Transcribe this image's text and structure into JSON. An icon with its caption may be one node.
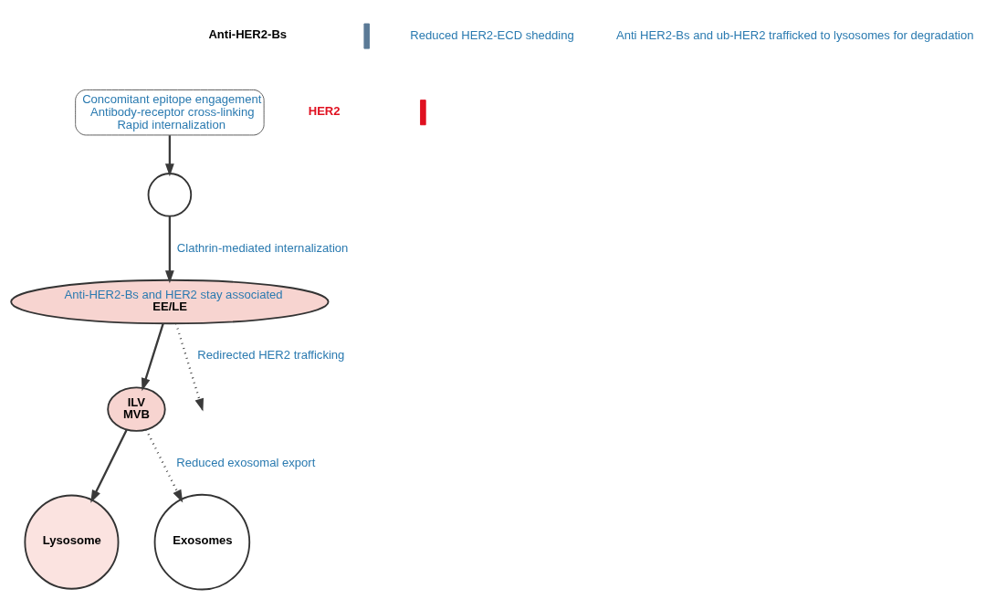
{
  "diagram": {
    "nodes": [
      {
        "text": [
          "Concomitant epitope engagement",
          "Antibody-receptor cross-linking",
          "Rapid internalization"
        ]
      },
      {
        "text": [],
        "shape": "circle"
      },
      {
        "text": [
          "Anti-HER2-Bs and HER2 stay associated",
          "EE/LE"
        ]
      },
      {
        "text": [
          "ILV",
          "MVB"
        ]
      },
      {
        "text": [
          "Lysosome"
        ]
      },
      {
        "text": [
          "Exosomes"
        ]
      }
    ],
    "edges": [
      {
        "from": 0,
        "to": 1,
        "arrow": "to"
      },
      {
        "from": 1,
        "to": 2,
        "arrow": "to",
        "label": "Clathrin-mediated internalization"
      },
      {
        "from": 2,
        "to": null,
        "arrow": "to",
        "style": "dashed",
        "label": "Redirected HER2 trafficking"
      },
      {
        "from": 2,
        "to": 3,
        "arrow": "to"
      },
      {
        "from": 3,
        "to": 4,
        "arrow": "to"
      },
      {
        "from": 3,
        "to": 5,
        "arrow": "to",
        "style": "dashed",
        "label": "Reduced exosomal export"
      }
    ],
    "labels": [
      "Reduced HER2-ECD shedding",
      "Anti HER2-Bs and ub-HER2 trafficked to lysosomes for degradation"
    ],
    "legend": [
      {
        "text": "Anti-HER2-Bs"
      },
      {
        "text": "HER2"
      }
    ]
  }
}
